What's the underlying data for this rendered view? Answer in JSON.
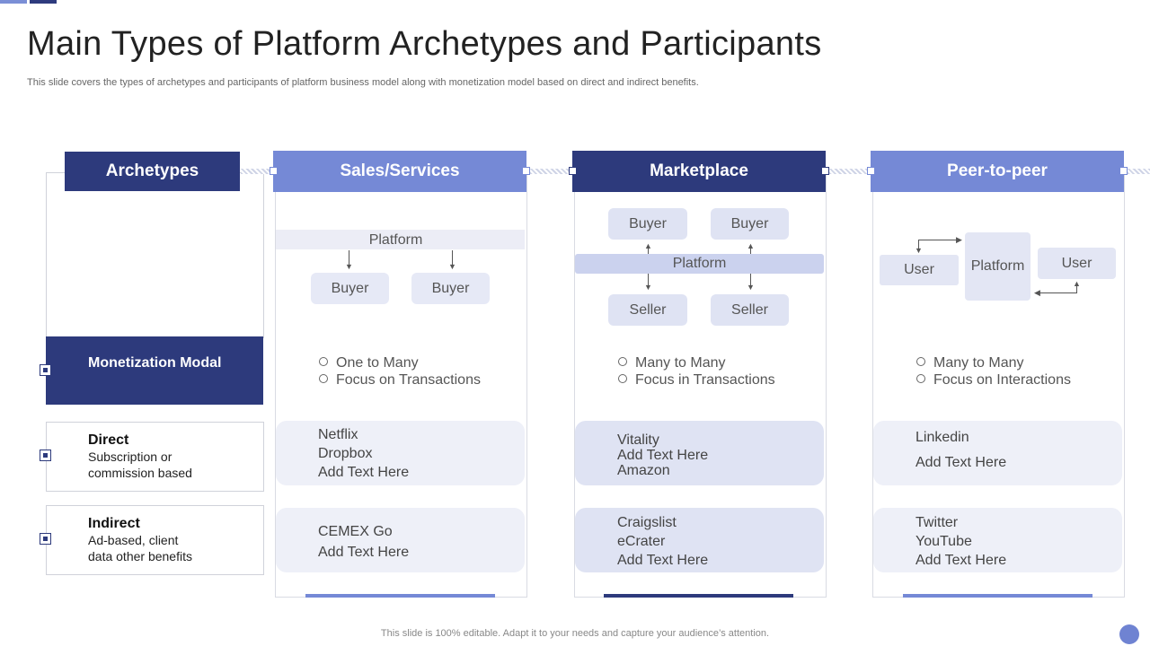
{
  "title": "Main Types of Platform Archetypes and Participants",
  "subtitle": "This slide covers the types of archetypes and participants of platform business model along with monetization model based on direct and indirect benefits.",
  "footer": "This slide is 100% editable. Adapt it to your needs and capture your audience’s attention.",
  "left": {
    "header": "Archetypes",
    "monetization": "Monetization Modal",
    "direct_title": "Direct",
    "direct_text": "Subscription or commission based",
    "indirect_title": "Indirect",
    "indirect_text": "Ad-based, client data other benefits"
  },
  "columns": [
    {
      "header": "Sales/Services",
      "diagram": {
        "platform": "Platform",
        "buyer1": "Buyer",
        "buyer2": "Buyer"
      },
      "bullets": [
        "One to Many",
        "Focus on Transactions"
      ],
      "direct": [
        "Netflix",
        "Dropbox",
        "Add Text Here"
      ],
      "indirect": [
        "CEMEX Go",
        "Add Text Here"
      ]
    },
    {
      "header": "Marketplace",
      "diagram": {
        "buyer1": "Buyer",
        "buyer2": "Buyer",
        "platform": "Platform",
        "seller1": "Seller",
        "seller2": "Seller"
      },
      "bullets": [
        "Many to Many",
        "Focus in Transactions"
      ],
      "direct": [
        "Vitality",
        "Add Text Here",
        "Amazon"
      ],
      "indirect": [
        "Craigslist",
        "eCrater",
        "Add Text Here"
      ]
    },
    {
      "header": "Peer-to-peer",
      "diagram": {
        "user1": "User",
        "platform": "Platform",
        "user2": "User"
      },
      "bullets": [
        "Many to Many",
        "Focus on Interactions"
      ],
      "direct": [
        "Linkedin",
        "Add Text Here"
      ],
      "indirect": [
        "Twitter",
        "YouTube",
        "Add Text Here"
      ]
    }
  ],
  "colors": {
    "dark": "#2d3a7c",
    "light": "#7589d6",
    "pill": "#dfe3f3"
  }
}
